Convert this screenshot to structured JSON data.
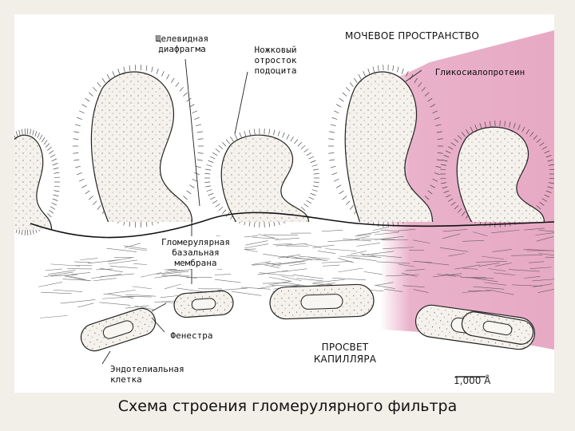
{
  "labels": {
    "slit_diaphragm": "Щелевидная\nдиафрагма",
    "foot_process": "Ножковый\nотросток\nподоцита",
    "urinary_space": "МОЧЕВОЕ ПРОСТРАНСТВО",
    "glycosialoprotein": "Гликосиалопротеин",
    "basement_membrane": "Гломерулярная\nбазальная\nмембрана",
    "fenestra": "Фенестра",
    "endothelial_cell": "Эндотелиальная\nклетка",
    "capillary_lumen": "ПРОСВЕТ\nКАПИЛЛЯРА",
    "scale_bar": "1,000 Å"
  },
  "caption": "Схема строения гломерулярного фильтра",
  "colors": {
    "pink": "#e7a9c4",
    "dark_pink": "#c2548a",
    "cell_fill": "#f4f1ec"
  }
}
